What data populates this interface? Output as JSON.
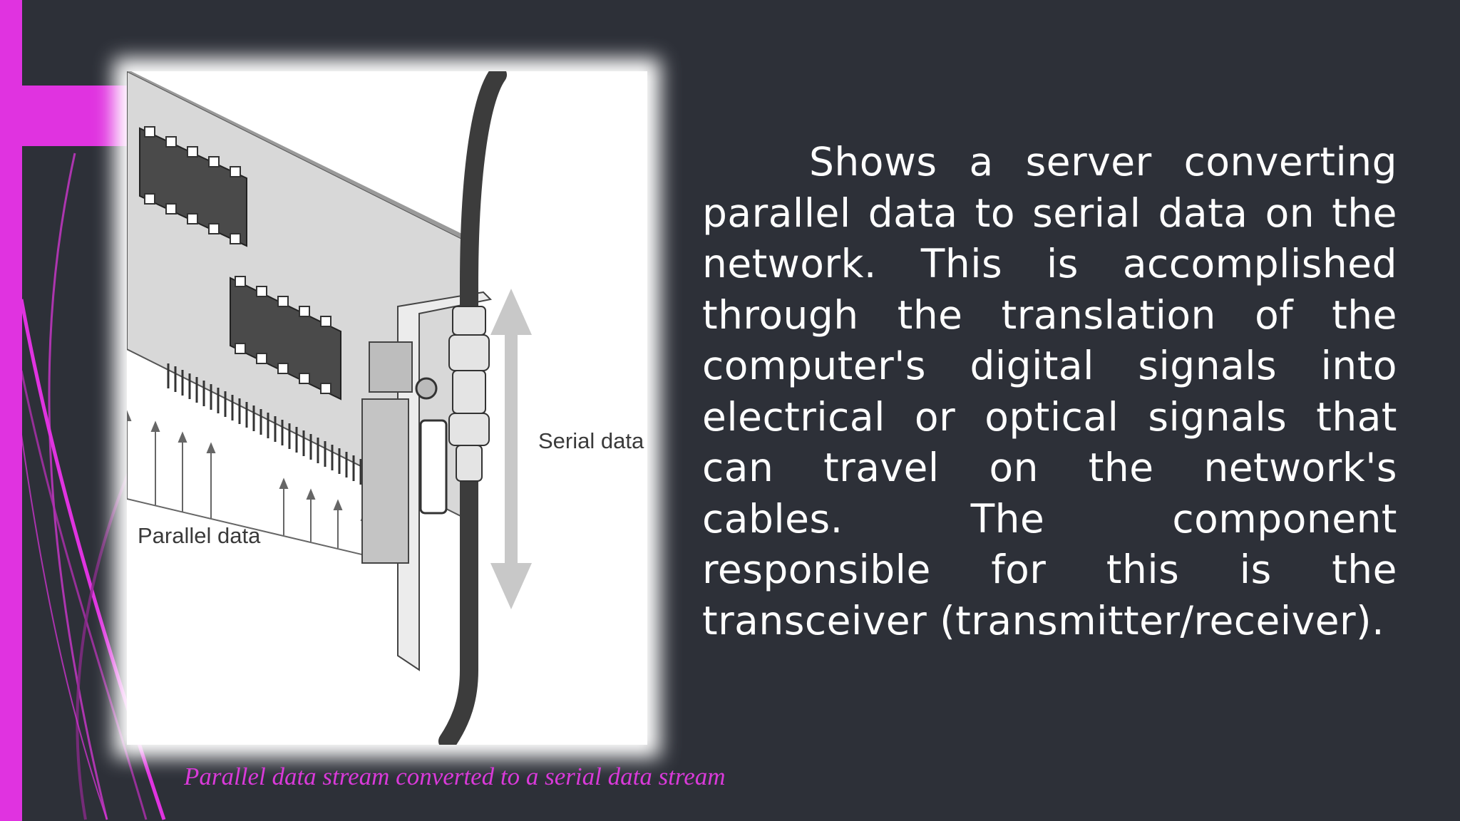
{
  "slide": {
    "body_text": "Shows a server converting parallel data to serial data on the network. This is accomplished through the translation of the computer's digital signals into electrical or optical signals that can travel on the network's cables. The component responsible for this is the transceiver (transmitter/receiver).",
    "caption": "Parallel data stream converted to a serial data stream",
    "figure": {
      "serial_label": "Serial data",
      "parallel_label": "Parallel data"
    }
  },
  "colors": {
    "background": "#2d3038",
    "accent": "#e033e0",
    "caption": "#d93ad9",
    "text": "#ffffff"
  }
}
